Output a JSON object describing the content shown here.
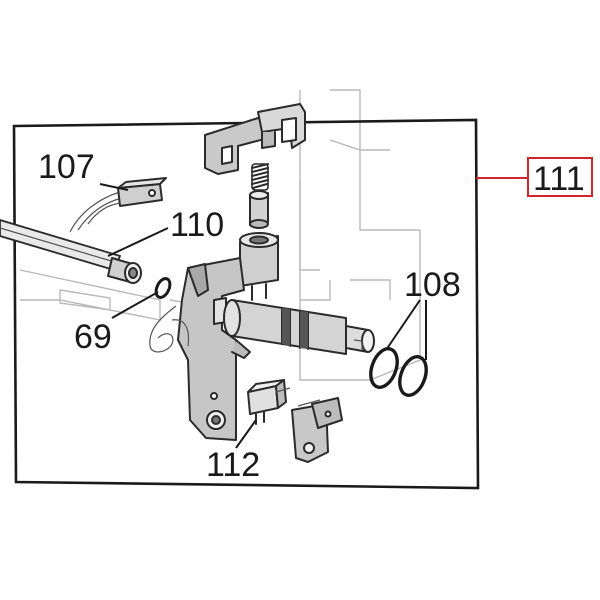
{
  "diagram": {
    "callouts": {
      "c107": "107",
      "c110": "110",
      "c69": "69",
      "c108": "108",
      "c112": "112",
      "c111": "111"
    },
    "colors": {
      "frame": "#1a1a1a",
      "highlight": "#d0262b",
      "part_fill": "#d6d6d6",
      "part_dark": "#9a9a9a",
      "ghost": "#bdbdbd"
    }
  }
}
